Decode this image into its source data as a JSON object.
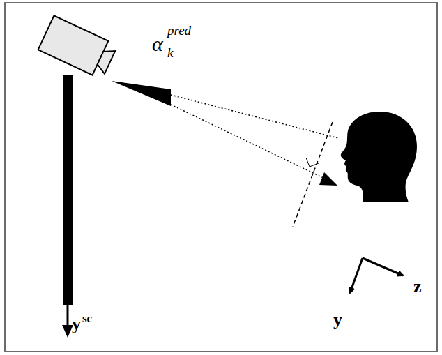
{
  "diagram": {
    "labels": [
      "α",
      "pred",
      "k",
      "y",
      "sc",
      "y",
      "z"
    ]
  }
}
